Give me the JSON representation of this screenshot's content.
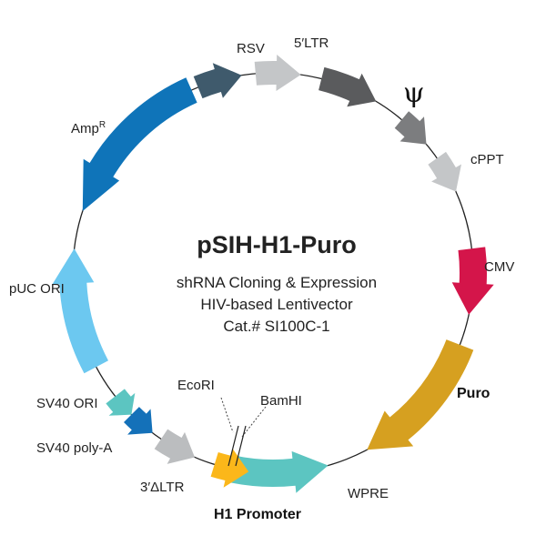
{
  "plasmid": {
    "name": "pSIH-H1-Puro",
    "subtitle_line1": "shRNA Cloning & Expression",
    "subtitle_line2": "HIV-based Lentivector",
    "catalog": "Cat.# SI100C-1"
  },
  "labels": {
    "rsv": "RSV",
    "ltr5": "5′LTR",
    "psi": "ψ",
    "cppt": "cPPT",
    "cmv": "CMV",
    "puro": "Puro",
    "wpre": "WPRE",
    "h1": "H1 Promoter",
    "bamhi": "BamHI",
    "ecori": "EcoRI",
    "ltr3": "3′ΔLTR",
    "sv40pa": "SV40 poly-A",
    "sv40ori": "SV40 ORI",
    "puc": "pUC ORI",
    "amp_base": "Amp",
    "amp_sup": "R"
  },
  "colors": {
    "rsv": "#3f5a6c",
    "ltr5": "#c4c6c8",
    "psi": "#5a5b5d",
    "cppt_dark": "#7c7d7f",
    "cppt_light": "#c4c6c8",
    "cmv": "#d4154a",
    "puro": "#d6a020",
    "wpre": "#5cc5c1",
    "h1": "#fbb71a",
    "ltr3": "#bbbdbf",
    "sv40pa": "#1471b9",
    "sv40ori": "#5cc5c1",
    "puc": "#6cc8f0",
    "amp": "#0f74b9",
    "backbone": "#222222"
  }
}
